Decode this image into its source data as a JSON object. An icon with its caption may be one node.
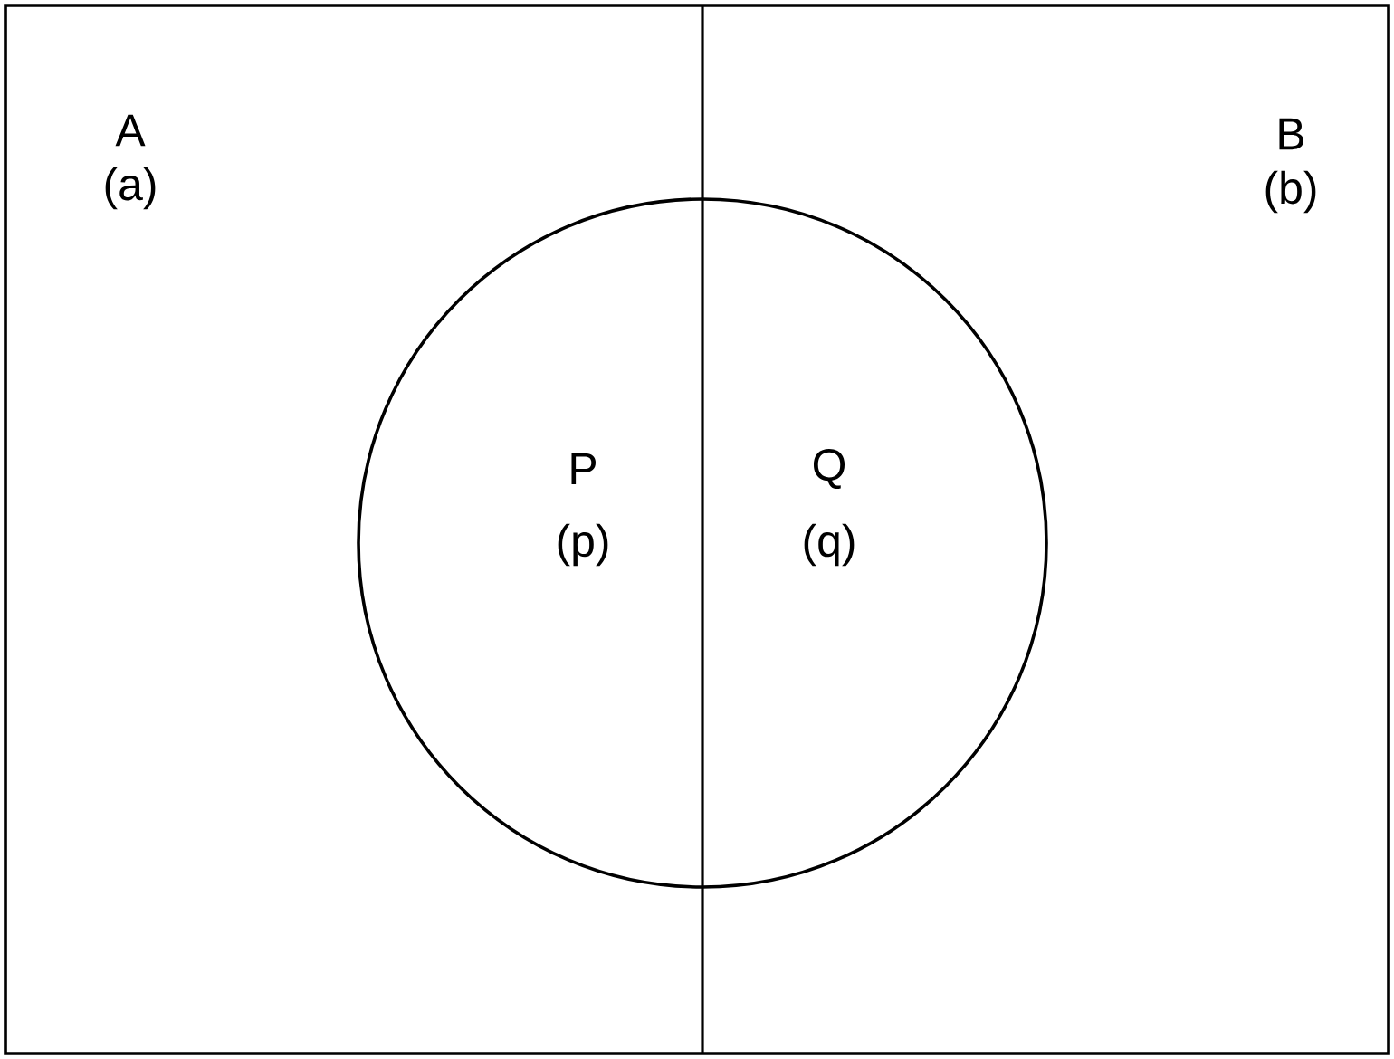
{
  "diagram": {
    "nodes": [
      {
        "text": [
          "A",
          "(a)",
          "B",
          "(b)"
        ]
      },
      {
        "text": [
          "P",
          "(p)",
          "Q",
          "(q)"
        ],
        "in": 0
      }
    ]
  }
}
